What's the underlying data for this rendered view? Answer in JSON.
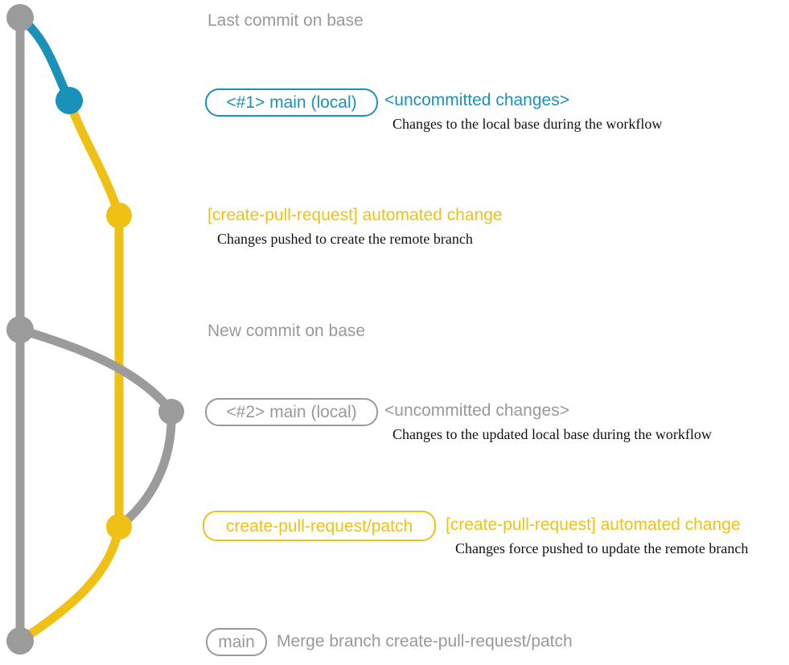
{
  "colors": {
    "gray_branch": "#9B9B9B",
    "blue_branch": "#1991B9",
    "yellow_branch": "#F0C115",
    "gray_text": "#999999",
    "black_text": "#111111"
  },
  "graph": {
    "branches": [
      {
        "name": "base",
        "color_key": "gray_branch"
      },
      {
        "name": "main (local)",
        "color_key": "blue_branch"
      },
      {
        "name": "create-pull-request/patch",
        "color_key": "yellow_branch"
      }
    ]
  },
  "annotations": {
    "last_commit": {
      "label": "Last commit on base"
    },
    "row1": {
      "badge": "<#1> main (local)",
      "title": "<uncommitted changes>",
      "subtitle": "Changes to the local base during the workflow"
    },
    "row2": {
      "title": "[create-pull-request] automated change",
      "subtitle": "Changes pushed to create the remote branch"
    },
    "new_commit": {
      "label": "New commit on base"
    },
    "row3": {
      "badge": "<#2> main (local)",
      "title": "<uncommitted changes>",
      "subtitle": "Changes to the updated local base during the workflow"
    },
    "row4": {
      "badge": "create-pull-request/patch",
      "title": "[create-pull-request] automated change",
      "subtitle": "Changes force pushed to update the remote branch"
    },
    "row5": {
      "badge": "main",
      "title": "Merge branch create-pull-request/patch"
    }
  }
}
